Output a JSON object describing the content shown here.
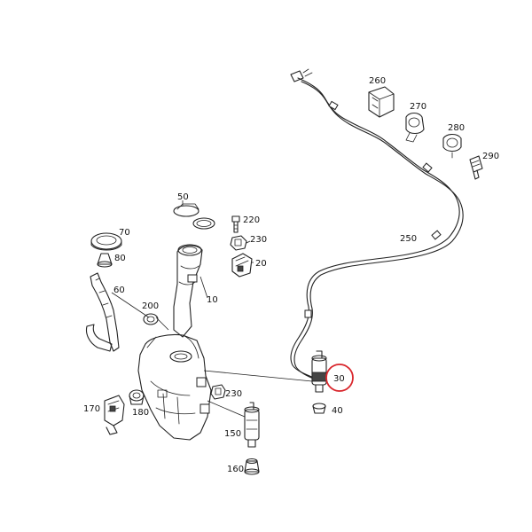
{
  "labels": {
    "p10": "10",
    "p20": "20",
    "p30": "30",
    "p40": "40",
    "p50": "50",
    "p60": "60",
    "p70": "70",
    "p80": "80",
    "p150": "150",
    "p160": "160",
    "p170": "170",
    "p180": "180",
    "p200": "200",
    "p220": "220",
    "p230a": "230",
    "p230b": "230",
    "p250": "250",
    "p260": "260",
    "p270": "270",
    "p280": "280",
    "p290": "290"
  },
  "colors": {
    "highlight_circle": "#d9262c",
    "line": "#222222"
  },
  "highlighted_part": "30"
}
